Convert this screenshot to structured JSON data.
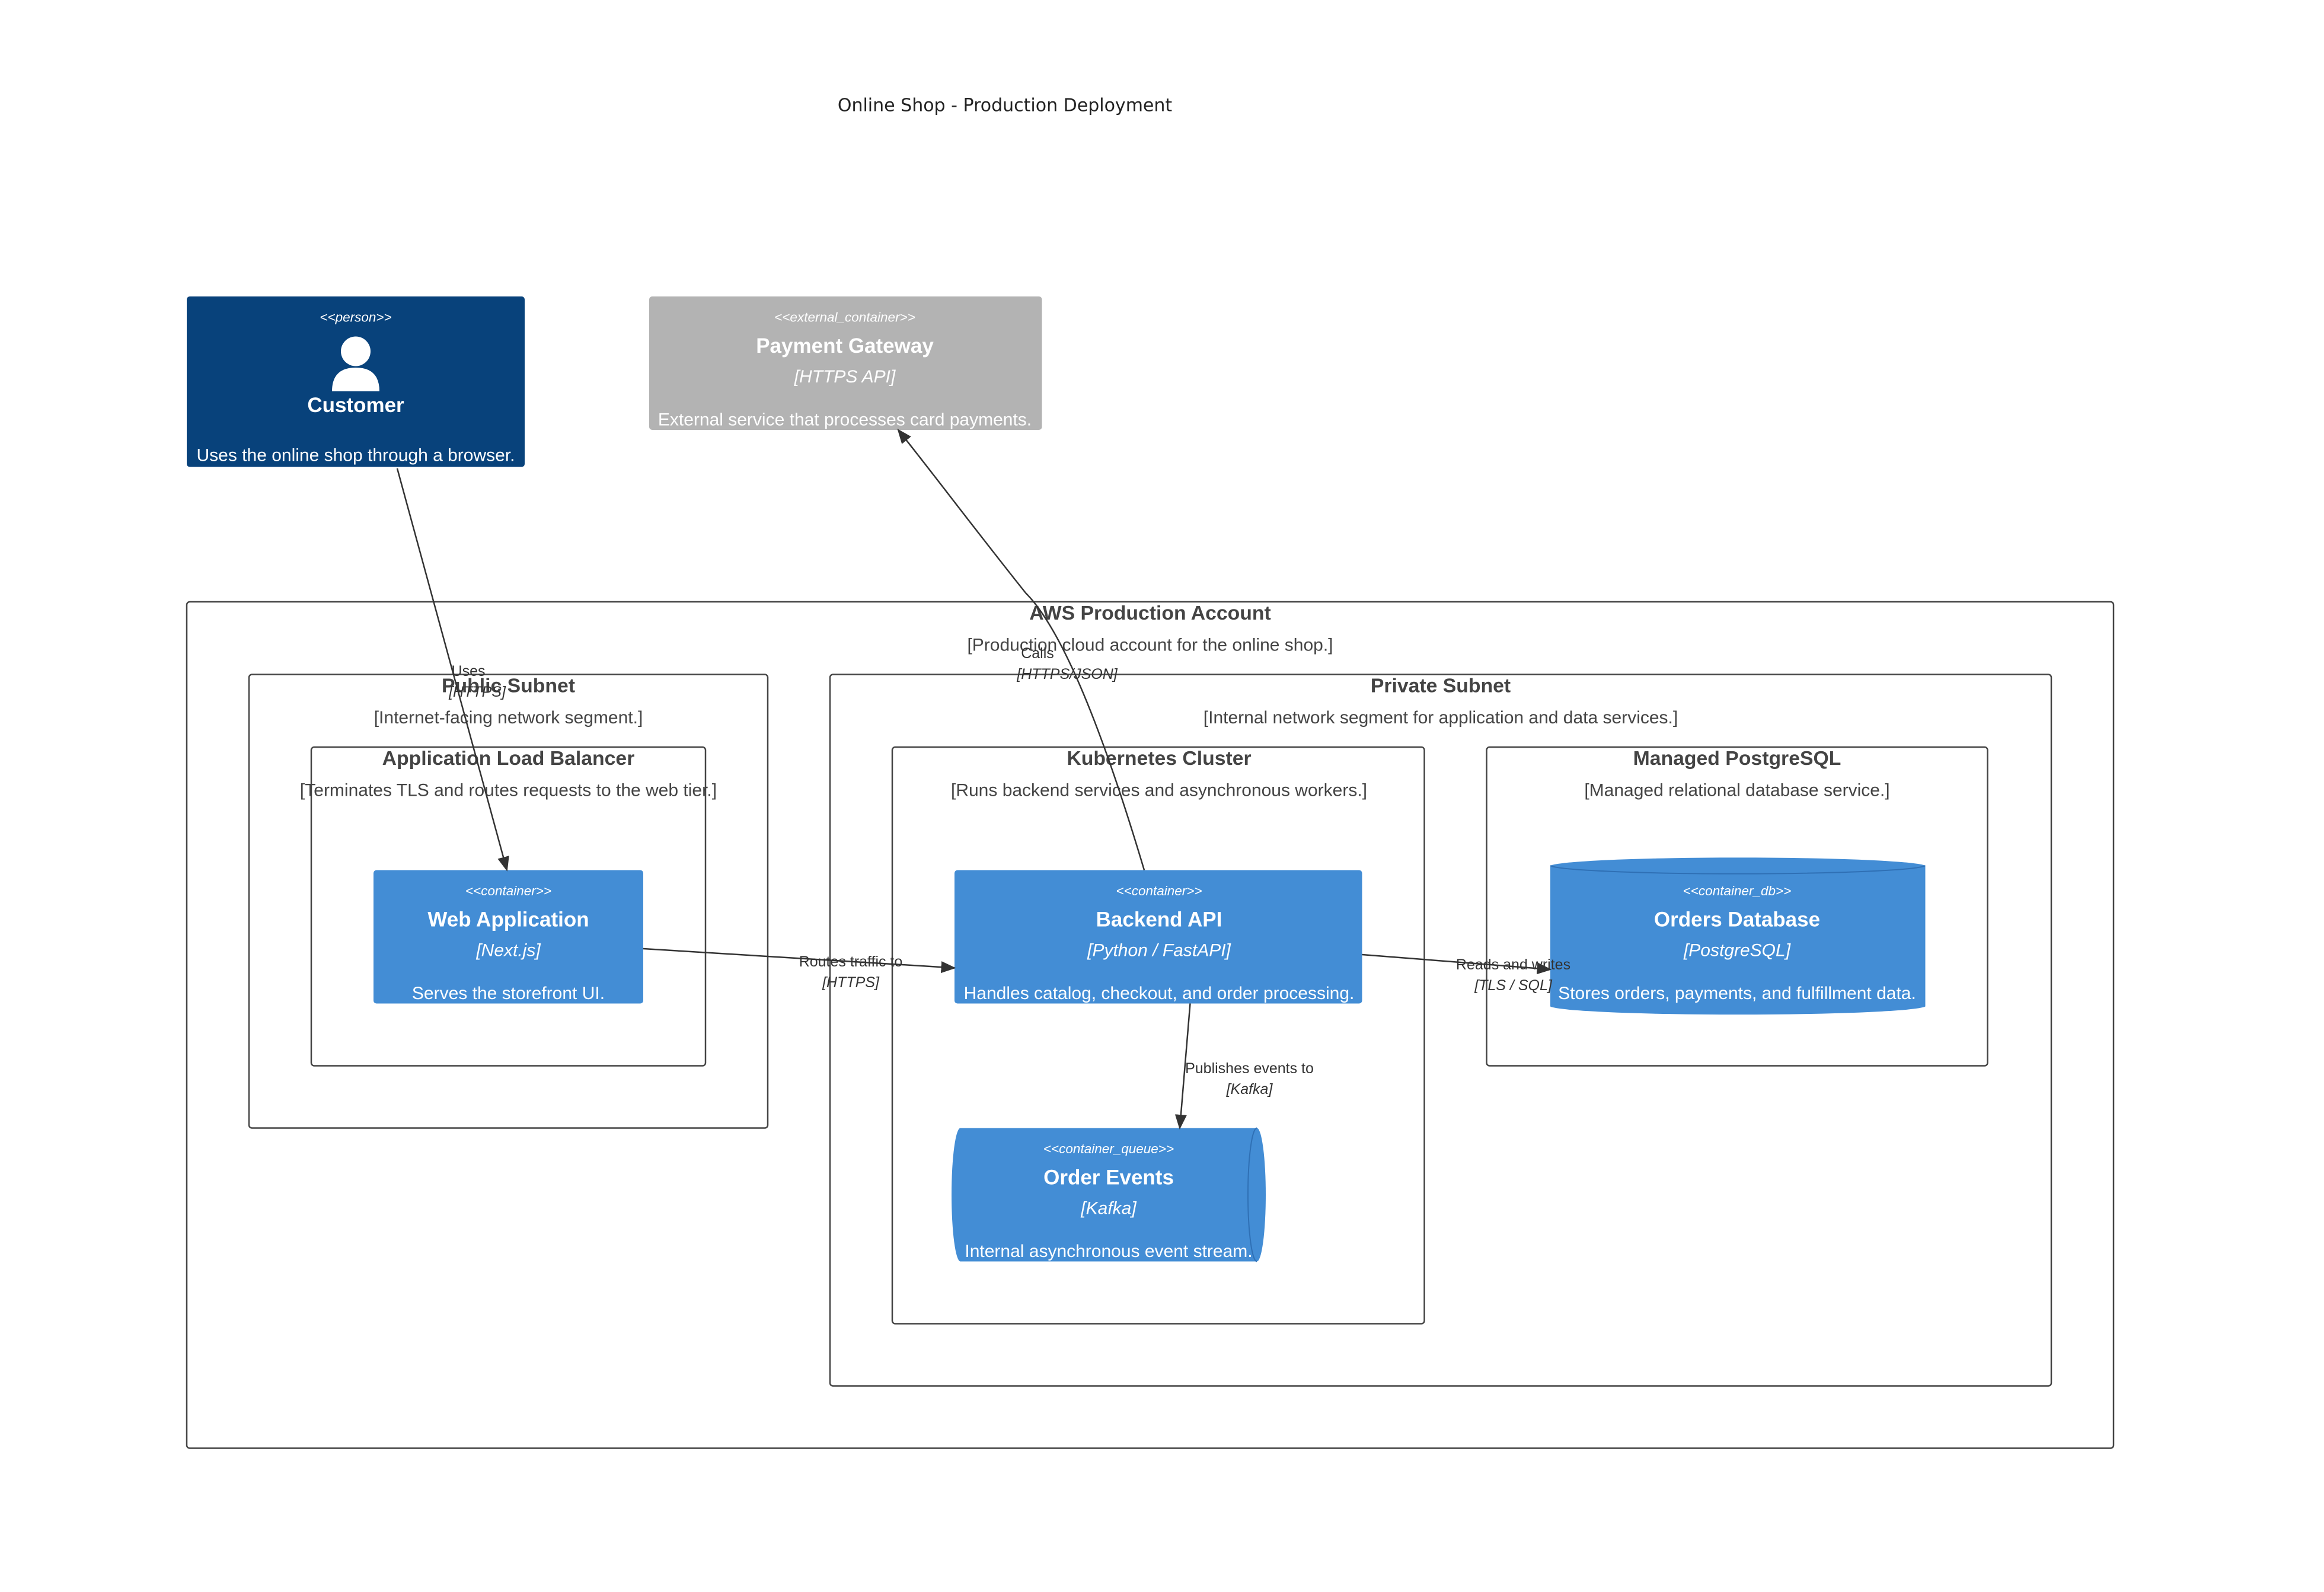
{
  "diagram": {
    "title": "Online Shop - Production Deployment",
    "colors": {
      "person": "#08427b",
      "external": "#b3b3b3",
      "container": "#438dd5",
      "boundary_stroke": "#444444",
      "edge": "#333333"
    },
    "boundaries": {
      "aws": {
        "title": "AWS Production Account",
        "desc": "[Production cloud account for the online shop.]"
      },
      "public": {
        "title": "Public Subnet",
        "desc": "[Internet-facing network segment.]"
      },
      "alb": {
        "title": "Application Load Balancer",
        "desc": "[Terminates TLS and routes requests to the web tier.]"
      },
      "private": {
        "title": "Private Subnet",
        "desc": "[Internal network segment for application and data services.]"
      },
      "k8s": {
        "title": "Kubernetes Cluster",
        "desc": "[Runs backend services and asynchronous workers.]"
      },
      "pg": {
        "title": "Managed PostgreSQL",
        "desc": "[Managed relational database service.]"
      }
    },
    "elements": {
      "customer": {
        "stereotype": "<<person>>",
        "name": "Customer",
        "desc": "Uses the online shop through a browser.",
        "icon": "person-icon"
      },
      "payment": {
        "stereotype": "<<external_container>>",
        "name": "Payment Gateway",
        "tech": "[HTTPS API]",
        "desc": "External service that processes card payments."
      },
      "webapp": {
        "stereotype": "<<container>>",
        "name": "Web Application",
        "tech": "[Next.js]",
        "desc": "Serves the storefront UI."
      },
      "backend": {
        "stereotype": "<<container>>",
        "name": "Backend API",
        "tech": "[Python / FastAPI]",
        "desc": "Handles catalog, checkout, and order processing."
      },
      "ordersdb": {
        "stereotype": "<<container_db>>",
        "name": "Orders Database",
        "tech": "[PostgreSQL]",
        "desc": "Stores orders, payments, and fulfillment data."
      },
      "events": {
        "stereotype": "<<container_queue>>",
        "name": "Order Events",
        "tech": "[Kafka]",
        "desc": "Internal asynchronous event stream."
      }
    },
    "relations": {
      "uses": {
        "label": "Uses",
        "tech": "[HTTPS]"
      },
      "calls": {
        "label": "Calls",
        "tech": "[HTTPS/JSON]"
      },
      "routes": {
        "label": "Routes traffic to",
        "tech": "[HTTPS]"
      },
      "reads": {
        "label": "Reads and writes",
        "tech": "[TLS / SQL]"
      },
      "publishes": {
        "label": "Publishes events to",
        "tech": "[Kafka]"
      }
    }
  }
}
